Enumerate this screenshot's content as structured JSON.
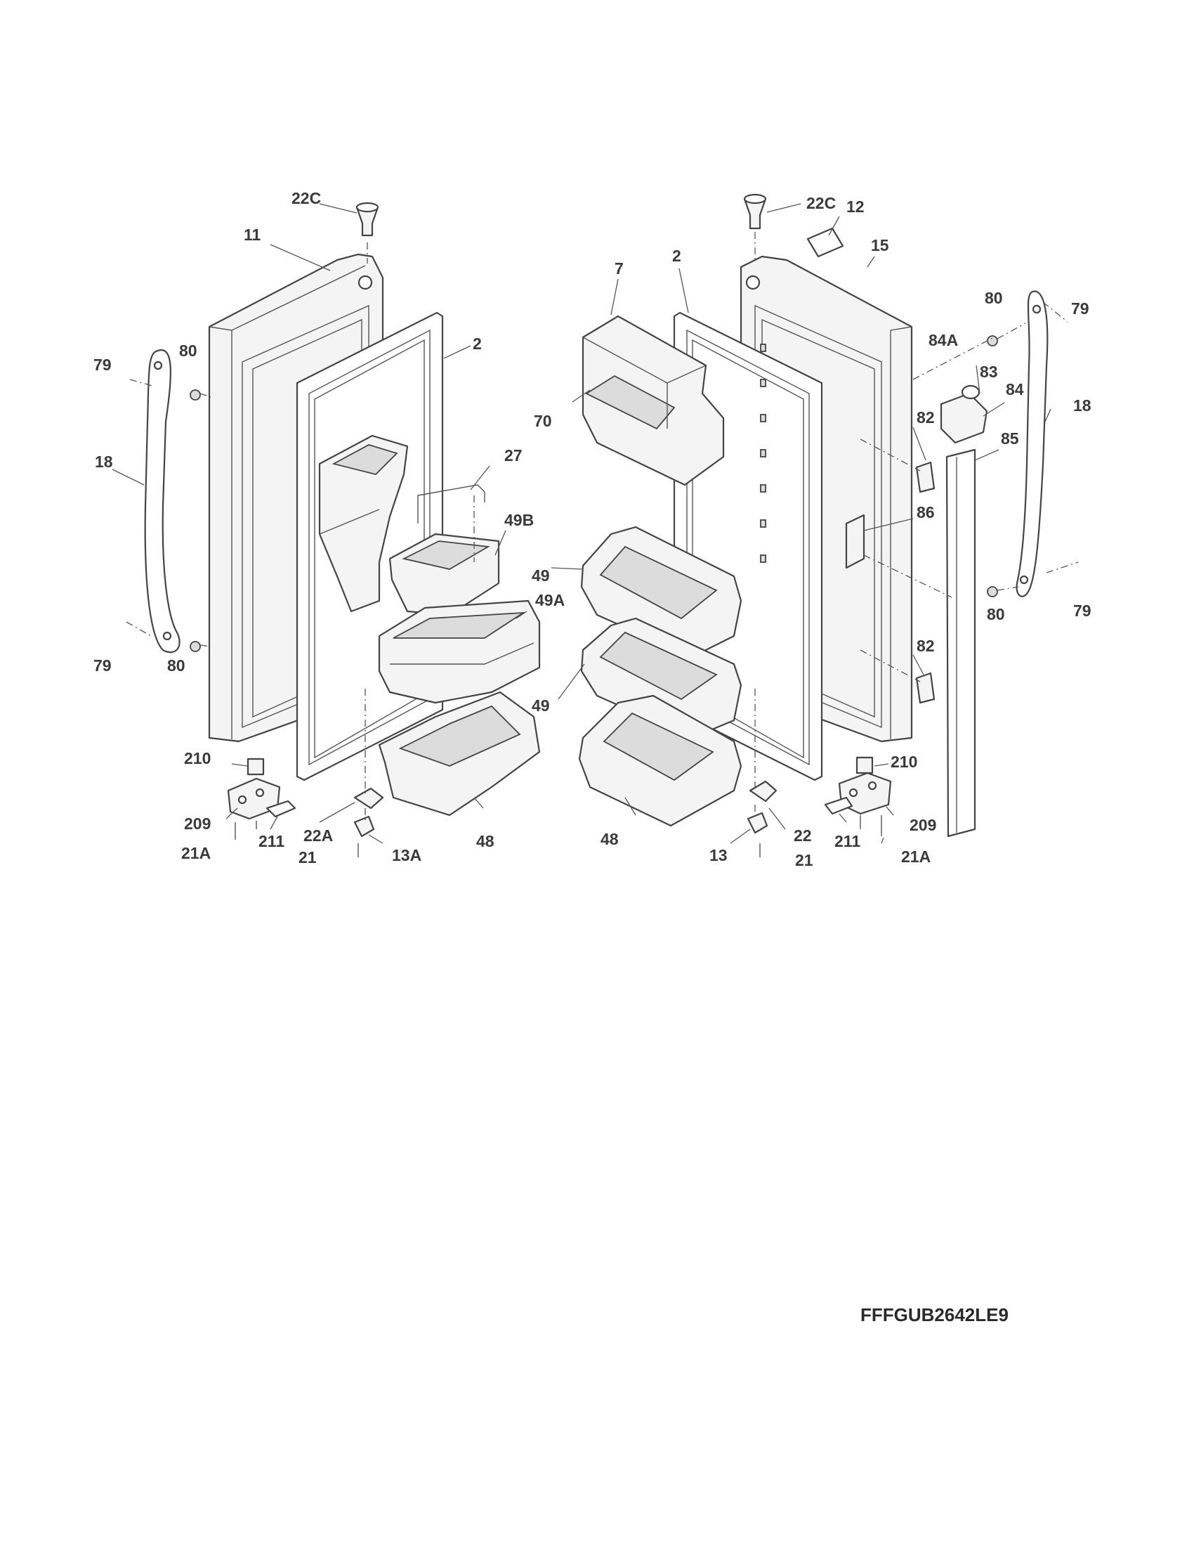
{
  "diagram": {
    "model_number": "FFFGUB2642LE9",
    "callouts": {
      "l_22c": "22C",
      "l_11": "11",
      "l_2": "2",
      "l_79a": "79",
      "l_80a": "80",
      "l_18": "18",
      "l_27": "27",
      "l_49b": "49B",
      "l_49a": "49A",
      "l_79b": "79",
      "l_80b": "80",
      "l_210": "210",
      "l_209": "209",
      "l_21a": "21A",
      "l_211": "211",
      "l_22a": "22A",
      "l_21": "21",
      "l_13a": "13A",
      "l_48": "48",
      "r_22c": "22C",
      "r_12": "12",
      "r_15": "15",
      "r_7": "7",
      "r_2": "2",
      "r_70": "70",
      "r_80a": "80",
      "r_79a": "79",
      "r_84a": "84A",
      "r_83": "83",
      "r_84": "84",
      "r_18": "18",
      "r_82a": "82",
      "r_85": "85",
      "r_86": "86",
      "r_49a": "49",
      "r_49b": "49",
      "r_80b": "80",
      "r_79b": "79",
      "r_82b": "82",
      "r_48": "48",
      "r_210": "210",
      "r_209": "209",
      "r_13": "13",
      "r_22": "22",
      "r_211": "211",
      "r_21": "21",
      "r_21a": "21A"
    }
  }
}
